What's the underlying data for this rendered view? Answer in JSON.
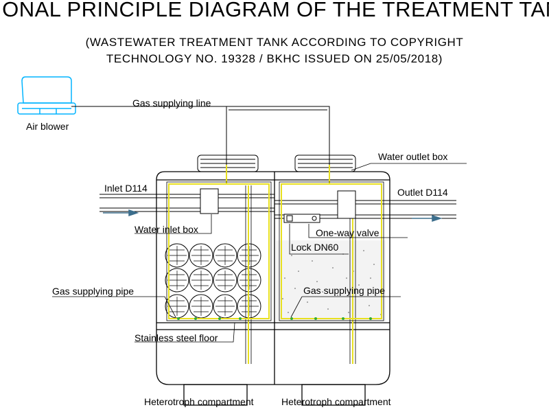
{
  "title": "IONAL PRINCIPLE DIAGRAM OF THE TREATMENT TAN",
  "subtitle_line1": "(WASTEWATER TREATMENT TANK ACCORDING TO COPYRIGHT",
  "subtitle_line2": "TECHNOLOGY NO. 19328 / BKHC ISSUED ON 25/05/2018)",
  "labels": {
    "air_blower": "Air blower",
    "gas_supplying_line": "Gas supplying line",
    "water_outlet_box": "Water outlet box",
    "inlet": "Inlet D114",
    "outlet": "Outlet D114",
    "water_inlet_box": "Water inlet box",
    "one_way_valve": "One-way valve",
    "lock": "Lock DN60",
    "gas_supplying_pipe_left": "Gas supplying pipe",
    "gas_supplying_pipe_right": "Gas supplying pipe",
    "stainless_steel_floor": "Stainless steel floor",
    "compartment_left": "Heterotroph compartment",
    "compartment_right": "Heterotroph compartment"
  },
  "colors": {
    "line": "#000000",
    "blower": "#00b4ff",
    "pipe": "#e8e020",
    "arrow": "#3c6e8c",
    "gas_dot": "#33aa33"
  }
}
